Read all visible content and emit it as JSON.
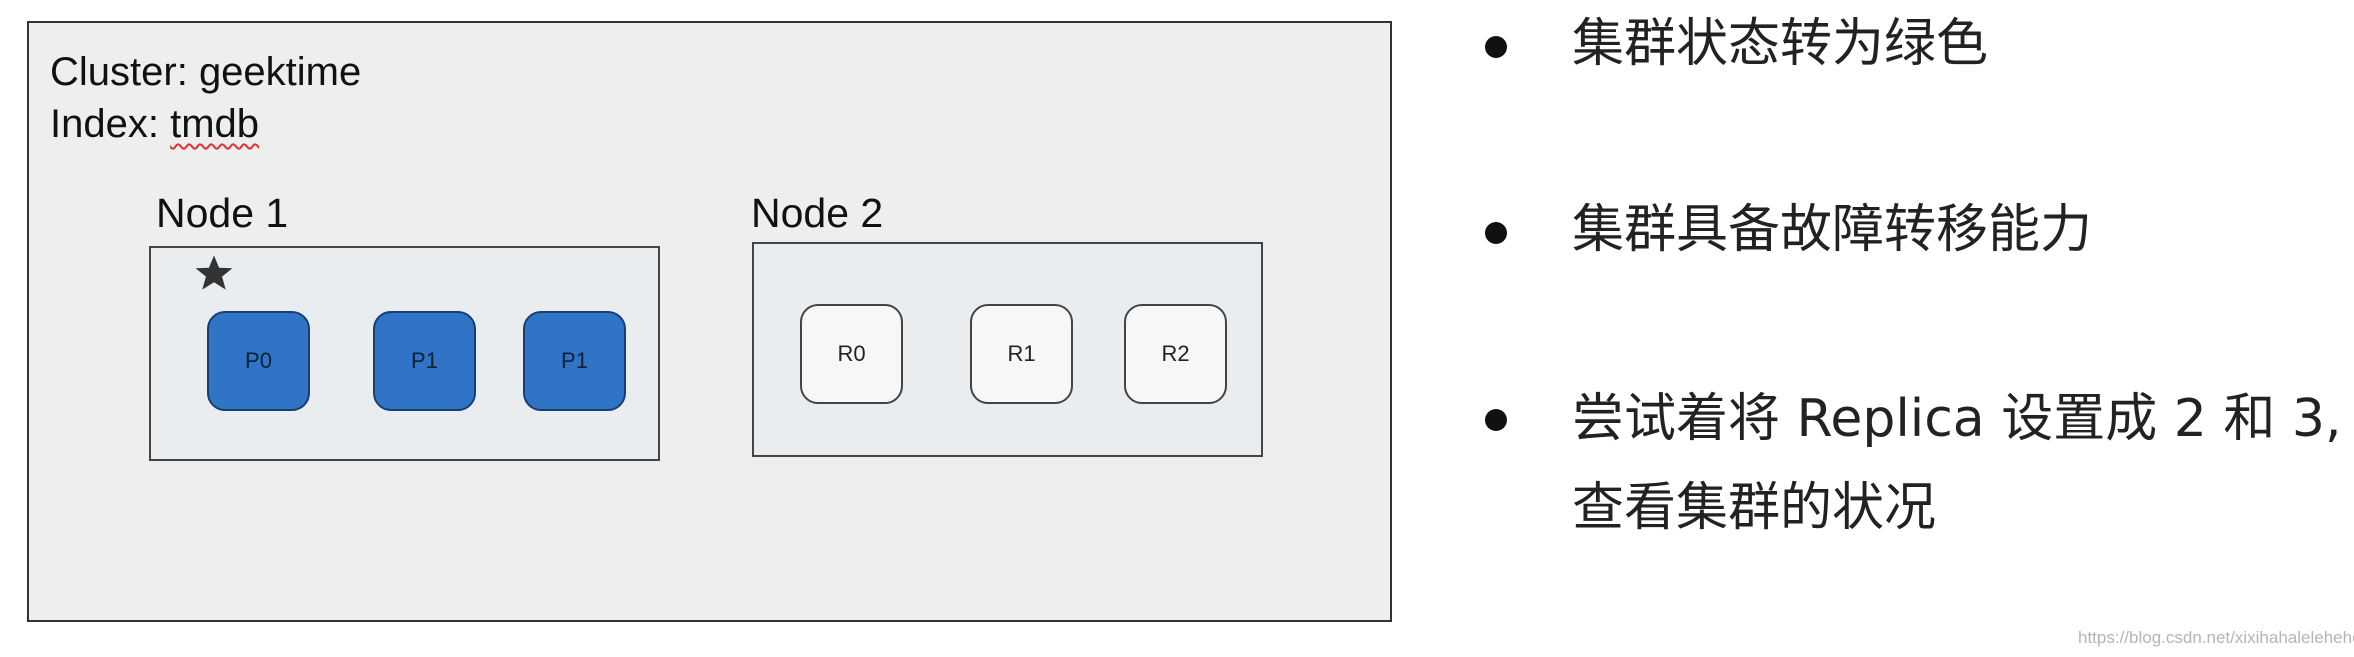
{
  "cluster": {
    "cluster_prefix": "Cluster: ",
    "cluster_name": "geektime",
    "index_prefix": "Index: ",
    "index_name": "tmdb"
  },
  "nodes": [
    {
      "title": "Node 1",
      "shards": [
        {
          "label": "P0",
          "kind": "primary"
        },
        {
          "label": "P1",
          "kind": "primary"
        },
        {
          "label": "P1",
          "kind": "primary"
        }
      ]
    },
    {
      "title": "Node 2",
      "shards": [
        {
          "label": "R0",
          "kind": "replica"
        },
        {
          "label": "R1",
          "kind": "replica"
        },
        {
          "label": "R2",
          "kind": "replica"
        }
      ]
    }
  ],
  "master_icon": "star-icon",
  "colors": {
    "primary_shard": "#2f74c6",
    "replica_shard": "#f7f7f7"
  },
  "bullets": [
    {
      "lines": [
        "集群状态转为绿色"
      ]
    },
    {
      "lines": [
        "集群具备故障转移能力"
      ]
    },
    {
      "lines": [
        "尝试着将 Replica 设置成 2 和 3,",
        "查看集群的状况"
      ]
    }
  ],
  "watermark": "https://blog.csdn.net/xixihahalelehehe"
}
